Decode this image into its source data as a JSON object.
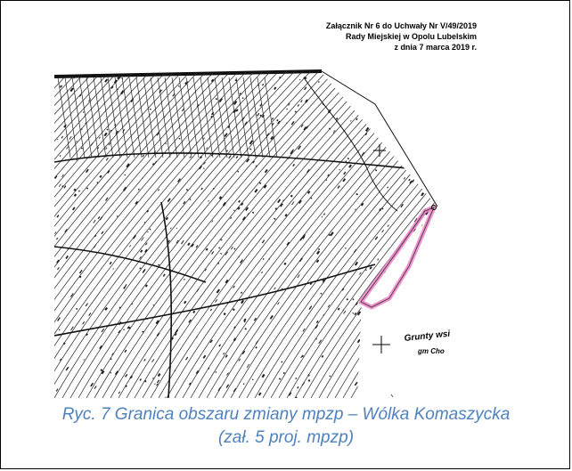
{
  "header": {
    "line1": "Załącznik Nr 6 do Uchwały Nr V/49/2019",
    "line2": "Rady Miejskiej w Opolu Lubelskim",
    "line3": "z dnia 7 marca 2019 r."
  },
  "map": {
    "label_line1": "Grunty wsi I",
    "label_line2": "gm Cho",
    "highlight_color": "#ec7fc4",
    "icons": [
      "north-cross-icon",
      "plus-marker-icon"
    ]
  },
  "caption": {
    "line1": "Ryc.  7  Granica obszaru zmiany mpzp – Wólka Komaszycka",
    "line2": "(zał. 5 proj. mpzp)",
    "color": "#4f81bd"
  }
}
